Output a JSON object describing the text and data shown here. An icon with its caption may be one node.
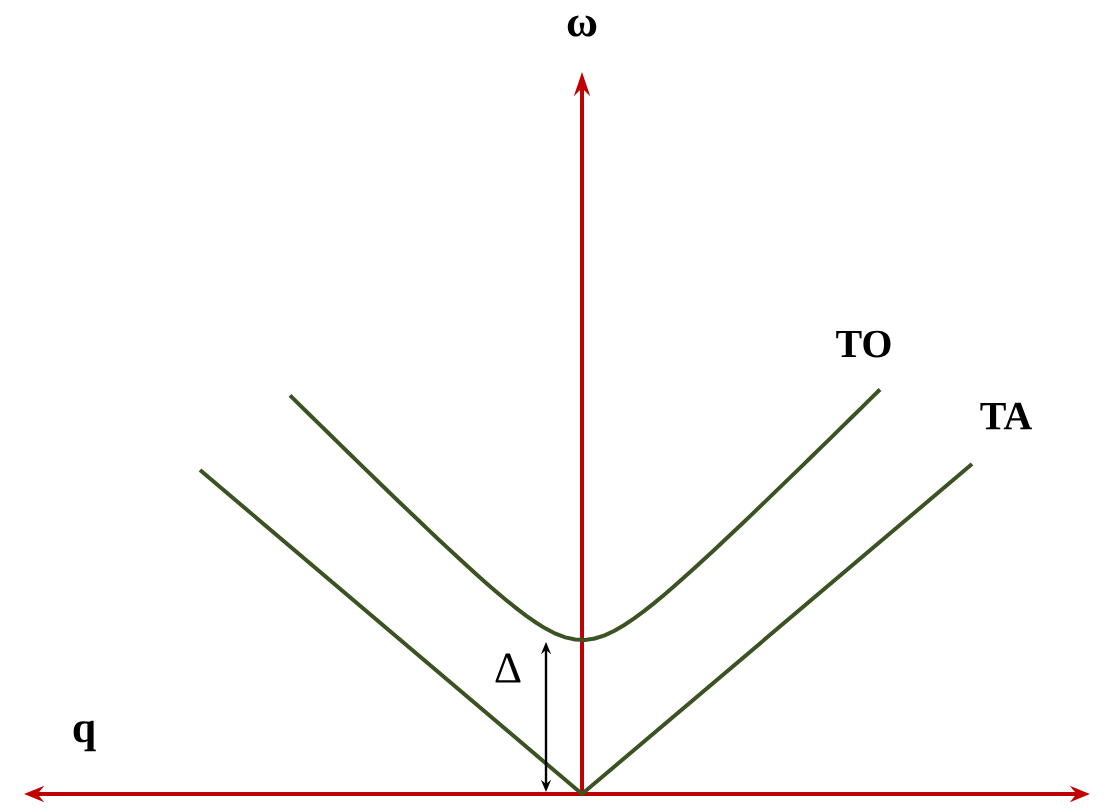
{
  "diagram": {
    "labels": [
      "ω",
      "q",
      "TO",
      "TA",
      "Δ"
    ]
  }
}
